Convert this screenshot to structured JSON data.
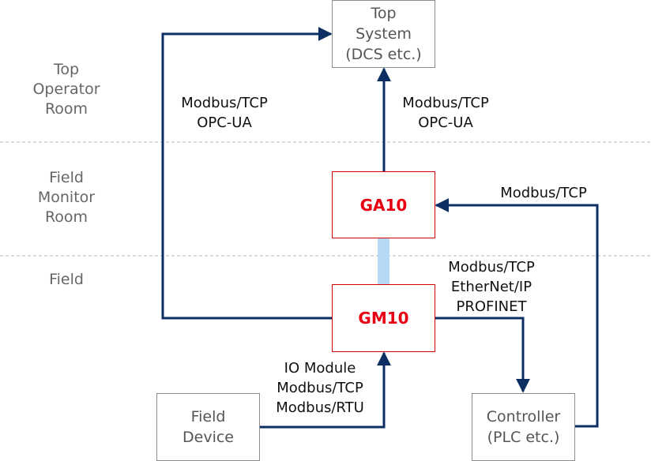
{
  "zones": {
    "top_operator_room": [
      "Top",
      "Operator",
      "Room"
    ],
    "field_monitor_room": [
      "Field",
      "Monitor",
      "Room"
    ],
    "field": [
      "Field"
    ]
  },
  "nodes": {
    "top_system": [
      "Top",
      "System",
      "(DCS etc.)"
    ],
    "ga10": "GA10",
    "gm10": "GM10",
    "field_device": [
      "Field",
      "Device"
    ],
    "controller": [
      "Controller",
      "(PLC etc.)"
    ]
  },
  "protocols": {
    "gm10_to_top_system": [
      "Modbus/TCP",
      "OPC-UA"
    ],
    "ga10_to_top_system": [
      "Modbus/TCP",
      "OPC-UA"
    ],
    "controller_to_ga10": [
      "Modbus/TCP"
    ],
    "gm10_to_controller": [
      "Modbus/TCP",
      "EtherNet/IP",
      "PROFINET"
    ],
    "field_device_to_gm10": [
      "IO Module",
      "Modbus/TCP",
      "Modbus/RTU"
    ]
  },
  "colors": {
    "connector": "#0d2e63",
    "link_ga10_gm10": "#b7d9f5",
    "zone_divider": "#b4b4b4",
    "accent_red": "#e60012"
  }
}
